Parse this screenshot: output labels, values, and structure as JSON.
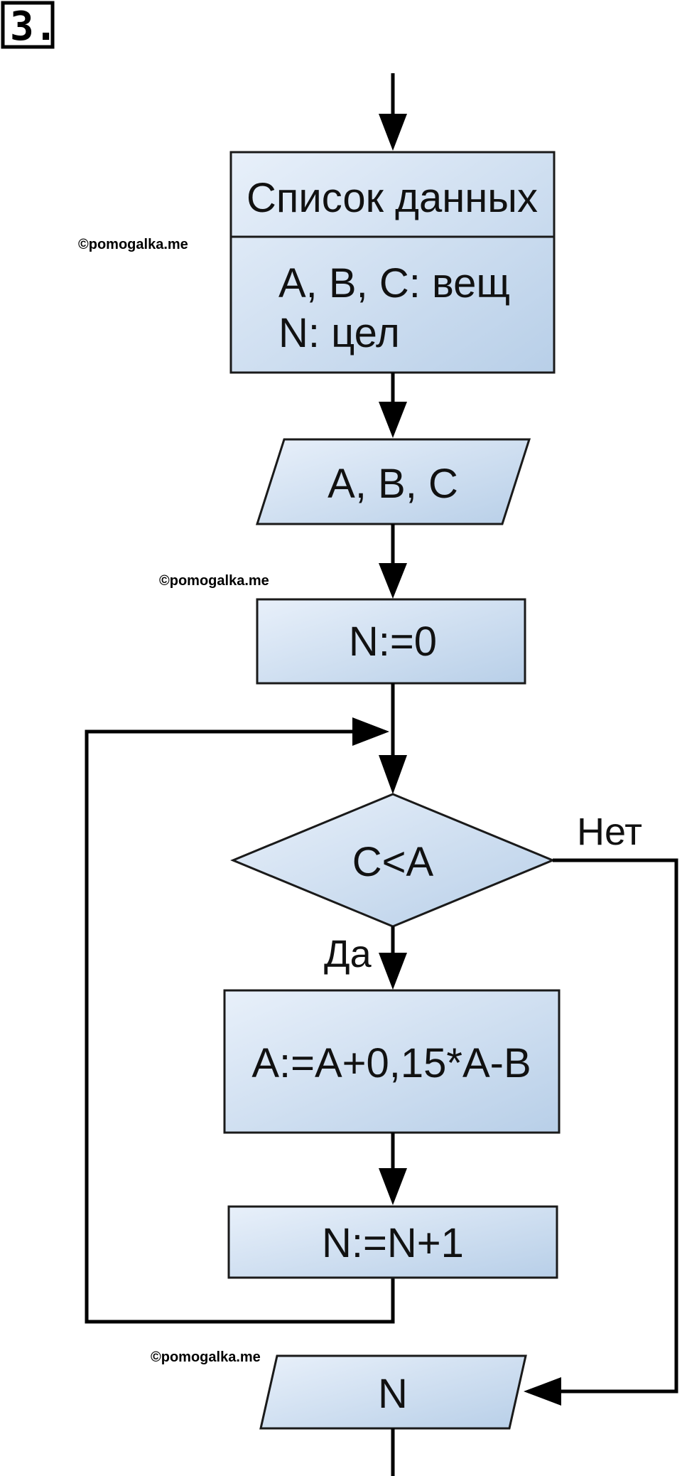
{
  "problem_number": "3.",
  "watermark": "©pomogalka.me",
  "colors": {
    "block_fill_light": "#e8f0fa",
    "block_fill_dark": "#b8cfe8",
    "stroke": "#1a1a1a",
    "line": "#000000"
  },
  "flowchart": {
    "data_list": {
      "title": "Список данных",
      "line1": "A, B, C: вещ",
      "line2": "N: цел"
    },
    "input": "A, B, C",
    "init": "N:=0",
    "condition": "C<A",
    "yes_label": "Да",
    "no_label": "Нет",
    "update_a": "A:=A+0,15*A-B",
    "increment": "N:=N+1",
    "output": "N"
  }
}
